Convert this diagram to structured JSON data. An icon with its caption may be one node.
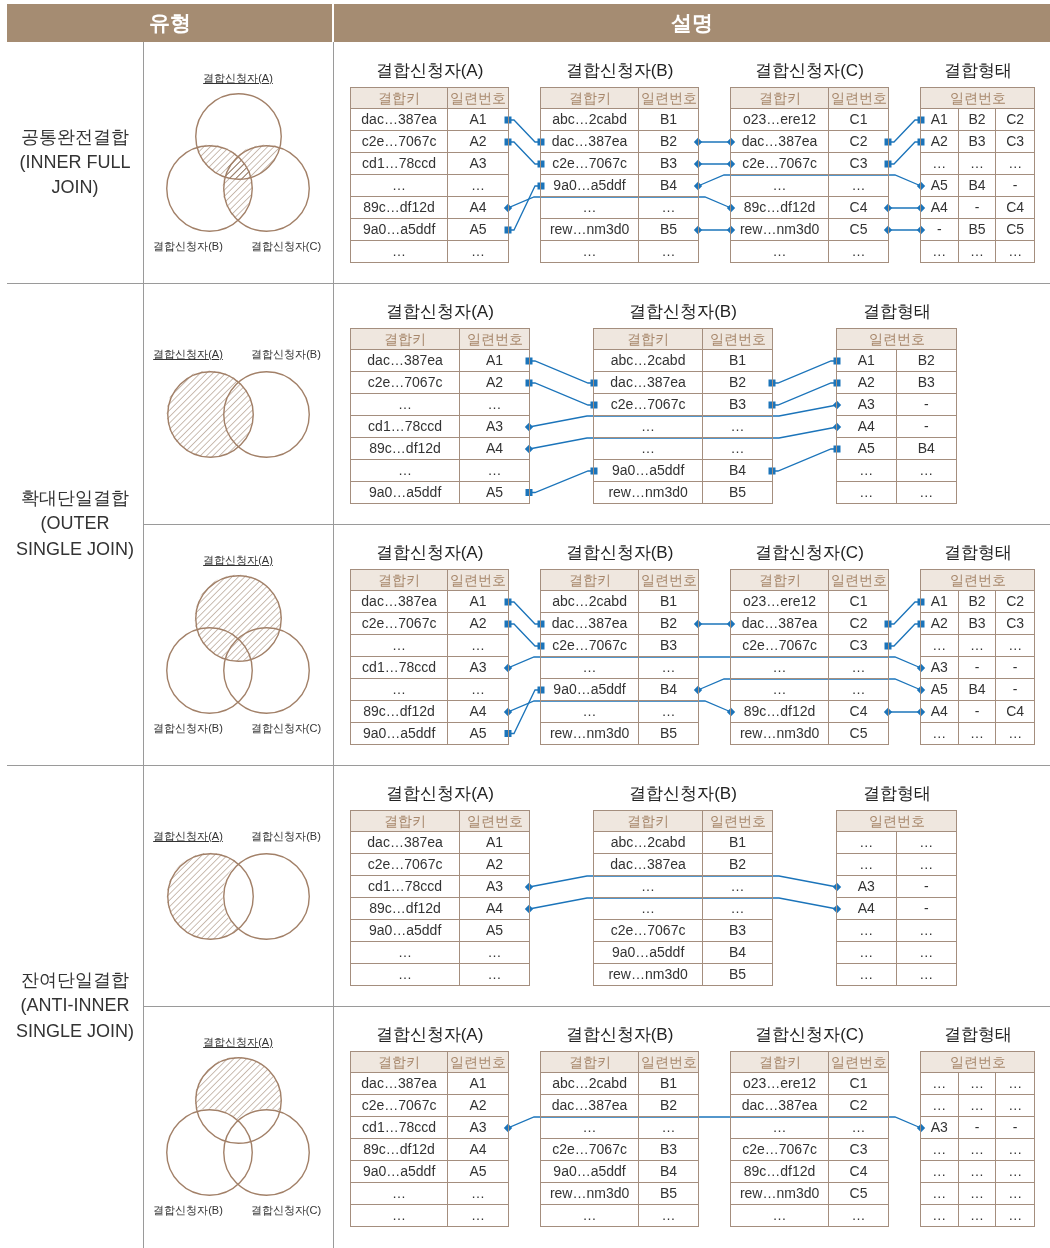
{
  "diagram": {
    "nodes": [
      {
        "text": [
          "유형"
        ]
      },
      {
        "text": [
          "설명"
        ]
      },
      {
        "text": [
          "공통완전결합 (INNER FULL JOIN)"
        ]
      },
      {
        "text": [],
        "shape": "circle",
        "beside": [
          "결합신청자(A)"
        ]
      },
      {
        "text": [],
        "shape": "circle",
        "beside": [
          "결합신청자(B)"
        ]
      },
      {
        "text": [],
        "shape": "circle",
        "beside": [
          "결합신청자(C)"
        ]
      },
      {
        "text": [
          "결합신청자(A)",
          "결합키",
          "일련번호"
        ]
      },
      {
        "text": [
          "dac…387ea",
          "A1"
        ],
        "in": 6
      },
      {
        "text": [
          "c2e…7067c",
          "A2"
        ],
        "in": 6
      },
      {
        "text": [
          "cd1…78ccd",
          "A3"
        ],
        "in": 6
      },
      {
        "text": [
          "…",
          "…"
        ],
        "in": 6
      },
      {
        "text": [
          "89c…df12d",
          "A4"
        ],
        "in": 6
      },
      {
        "text": [
          "9a0…a5ddf",
          "A5"
        ],
        "in": 6
      },
      {
        "text": [
          "…",
          "…"
        ],
        "in": 6
      },
      {
        "text": [
          "결합신청자(B)",
          "결합키",
          "일련번호"
        ]
      },
      {
        "text": [
          "abc…2cabd",
          "B1"
        ],
        "in": 14
      },
      {
        "text": [
          "dac…387ea",
          "B2"
        ],
        "in": 14
      },
      {
        "text": [
          "c2e…7067c",
          "B3"
        ],
        "in": 14
      },
      {
        "text": [
          "9a0…a5ddf",
          "B4"
        ],
        "in": 14
      },
      {
        "text": [
          "…",
          "…"
        ],
        "in": 14
      },
      {
        "text": [
          "rew…nm3d0",
          "B5"
        ],
        "in": 14
      },
      {
        "text": [
          "…",
          "…"
        ],
        "in": 14
      },
      {
        "text": [
          "결합신청자(C)",
          "결합키",
          "일련번호"
        ]
      },
      {
        "text": [
          "o23…ere12",
          "C1"
        ],
        "in": 22
      },
      {
        "text": [
          "dac…387ea",
          "C2"
        ],
        "in": 22
      },
      {
        "text": [
          "c2e…7067c",
          "C3"
        ],
        "in": 22
      },
      {
        "text": [
          "…",
          "…"
        ],
        "in": 22
      },
      {
        "text": [
          "89c…df12d",
          "C4"
        ],
        "in": 22
      },
      {
        "text": [
          "rew…nm3d0",
          "C5"
        ],
        "in": 22
      },
      {
        "text": [
          "…",
          "…"
        ],
        "in": 22
      },
      {
        "text": [
          "결합형태",
          "일련번호"
        ]
      },
      {
        "text": [
          "A1",
          "B2",
          "C2"
        ],
        "in": 30
      },
      {
        "text": [
          "A2",
          "B3",
          "C3"
        ],
        "in": 30
      },
      {
        "text": [
          "…",
          "…",
          "…"
        ],
        "in": 30
      },
      {
        "text": [
          "A5",
          "B4",
          "-"
        ],
        "in": 30
      },
      {
        "text": [
          "A4",
          "-",
          "C4"
        ],
        "in": 30
      },
      {
        "text": [
          "-",
          "B5",
          "C5"
        ],
        "in": 30
      },
      {
        "text": [
          "…",
          "…",
          "…"
        ],
        "in": 30
      },
      {
        "text": [
          "확대단일결합 (OUTER SINGLE JOIN)"
        ]
      },
      {
        "text": [],
        "shape": "circle",
        "beside": [
          "결합신청자(A)"
        ]
      },
      {
        "text": [],
        "shape": "circle",
        "beside": [
          "결합신청자(B)"
        ]
      },
      {
        "text": [
          "결합신청자(A)",
          "결합키",
          "일련번호"
        ]
      },
      {
        "text": [
          "dac…387ea",
          "A1"
        ],
        "in": 41
      },
      {
        "text": [
          "c2e…7067c",
          "A2"
        ],
        "in": 41
      },
      {
        "text": [
          "…",
          "…"
        ],
        "in": 41
      },
      {
        "text": [
          "cd1…78ccd",
          "A3"
        ],
        "in": 41
      },
      {
        "text": [
          "89c…df12d",
          "A4"
        ],
        "in": 41
      },
      {
        "text": [
          "…",
          "…"
        ],
        "in": 41
      },
      {
        "text": [
          "9a0…a5ddf",
          "A5"
        ],
        "in": 41
      },
      {
        "text": [
          "결합신청자(B)",
          "결합키",
          "일련번호"
        ]
      },
      {
        "text": [
          "abc…2cabd",
          "B1"
        ],
        "in": 49
      },
      {
        "text": [
          "dac…387ea",
          "B2"
        ],
        "in": 49
      },
      {
        "text": [
          "c2e…7067c",
          "B3"
        ],
        "in": 49
      },
      {
        "text": [
          "…",
          "…"
        ],
        "in": 49
      },
      {
        "text": [
          "…",
          "…"
        ],
        "in": 49
      },
      {
        "text": [
          "9a0…a5ddf",
          "B4"
        ],
        "in": 49
      },
      {
        "text": [
          "rew…nm3d0",
          "B5"
        ],
        "in": 49
      },
      {
        "text": [
          "결합형태",
          "일련번호"
        ]
      },
      {
        "text": [
          "A1",
          "B2"
        ],
        "in": 57
      },
      {
        "text": [
          "A2",
          "B3"
        ],
        "in": 57
      },
      {
        "text": [
          "A3",
          "-"
        ],
        "in": 57
      },
      {
        "text": [
          "A4",
          "-"
        ],
        "in": 57
      },
      {
        "text": [
          "A5",
          "B4"
        ],
        "in": 57
      },
      {
        "text": [
          "…",
          "…"
        ],
        "in": 57
      },
      {
        "text": [
          "…",
          "…"
        ],
        "in": 57
      },
      {
        "text": [],
        "shape": "circle",
        "beside": [
          "결합신청자(A)"
        ]
      },
      {
        "text": [],
        "shape": "circle",
        "beside": [
          "결합신청자(B)"
        ]
      },
      {
        "text": [],
        "shape": "circle",
        "beside": [
          "결합신청자(C)"
        ]
      },
      {
        "text": [
          "결합신청자(A)",
          "결합키",
          "일련번호"
        ]
      },
      {
        "text": [
          "dac…387ea",
          "A1"
        ],
        "in": 68
      },
      {
        "text": [
          "c2e…7067c",
          "A2"
        ],
        "in": 68
      },
      {
        "text": [
          "…",
          "…"
        ],
        "in": 68
      },
      {
        "text": [
          "cd1…78ccd",
          "A3"
        ],
        "in": 68
      },
      {
        "text": [
          "…",
          "…"
        ],
        "in": 68
      },
      {
        "text": [
          "89c…df12d",
          "A4"
        ],
        "in": 68
      },
      {
        "text": [
          "9a0…a5ddf",
          "A5"
        ],
        "in": 68
      },
      {
        "text": [
          "결합신청자(B)",
          "결합키",
          "일련번호"
        ]
      },
      {
        "text": [
          "abc…2cabd",
          "B1"
        ],
        "in": 76
      },
      {
        "text": [
          "dac…387ea",
          "B2"
        ],
        "in": 76
      },
      {
        "text": [
          "c2e…7067c",
          "B3"
        ],
        "in": 76
      },
      {
        "text": [
          "…",
          "…"
        ],
        "in": 76
      },
      {
        "text": [
          "9a0…a5ddf",
          "B4"
        ],
        "in": 76
      },
      {
        "text": [
          "…",
          "…"
        ],
        "in": 76
      },
      {
        "text": [
          "rew…nm3d0",
          "B5"
        ],
        "in": 76
      },
      {
        "text": [
          "결합신청자(C)",
          "결합키",
          "일련번호"
        ]
      },
      {
        "text": [
          "o23…ere12",
          "C1"
        ],
        "in": 84
      },
      {
        "text": [
          "dac…387ea",
          "C2"
        ],
        "in": 84
      },
      {
        "text": [
          "c2e…7067c",
          "C3"
        ],
        "in": 84
      },
      {
        "text": [
          "…",
          "…"
        ],
        "in": 84
      },
      {
        "text": [
          "…",
          "…"
        ],
        "in": 84
      },
      {
        "text": [
          "89c…df12d",
          "C4"
        ],
        "in": 84
      },
      {
        "text": [
          "rew…nm3d0",
          "C5"
        ],
        "in": 84
      },
      {
        "text": [
          "결합형태",
          "일련번호"
        ]
      },
      {
        "text": [
          "A1",
          "B2",
          "C2"
        ],
        "in": 92
      },
      {
        "text": [
          "A2",
          "B3",
          "C3"
        ],
        "in": 92
      },
      {
        "text": [
          "…",
          "…",
          "…"
        ],
        "in": 92
      },
      {
        "text": [
          "A3",
          "-",
          "-"
        ],
        "in": 92
      },
      {
        "text": [
          "A5",
          "B4",
          "-"
        ],
        "in": 92
      },
      {
        "text": [
          "A4",
          "-",
          "C4"
        ],
        "in": 92
      },
      {
        "text": [
          "…",
          "…",
          "…"
        ],
        "in": 92
      },
      {
        "text": [
          "잔여단일결합 (ANTI-INNER SINGLE JOIN)"
        ]
      },
      {
        "text": [],
        "shape": "circle",
        "beside": [
          "결합신청자(A)"
        ]
      },
      {
        "text": [],
        "shape": "circle",
        "beside": [
          "결합신청자(B)"
        ]
      },
      {
        "text": [
          "결합신청자(A)",
          "결합키",
          "일련번호"
        ]
      },
      {
        "text": [
          "dac…387ea",
          "A1"
        ],
        "in": 103
      },
      {
        "text": [
          "c2e…7067c",
          "A2"
        ],
        "in": 103
      },
      {
        "text": [
          "cd1…78ccd",
          "A3"
        ],
        "in": 103
      },
      {
        "text": [
          "89c…df12d",
          "A4"
        ],
        "in": 103
      },
      {
        "text": [
          "9a0…a5ddf",
          "A5"
        ],
        "in": 103
      },
      {
        "text": [
          "…",
          "…"
        ],
        "in": 103
      },
      {
        "text": [
          "…",
          "…"
        ],
        "in": 103
      },
      {
        "text": [
          "결합신청자(B)",
          "결합키",
          "일련번호"
        ]
      },
      {
        "text": [
          "abc…2cabd",
          "B1"
        ],
        "in": 111
      },
      {
        "text": [
          "dac…387ea",
          "B2"
        ],
        "in": 111
      },
      {
        "text": [
          "…",
          "…"
        ],
        "in": 111
      },
      {
        "text": [
          "…",
          "…"
        ],
        "in": 111
      },
      {
        "text": [
          "c2e…7067c",
          "B3"
        ],
        "in": 111
      },
      {
        "text": [
          "9a0…a5ddf",
          "B4"
        ],
        "in": 111
      },
      {
        "text": [
          "rew…nm3d0",
          "B5"
        ],
        "in": 111
      },
      {
        "text": [
          "결합형태",
          "일련번호"
        ]
      },
      {
        "text": [
          "…",
          "…"
        ],
        "in": 119
      },
      {
        "text": [
          "…",
          "…"
        ],
        "in": 119
      },
      {
        "text": [
          "A3",
          "-"
        ],
        "in": 119
      },
      {
        "text": [
          "A4",
          "-"
        ],
        "in": 119
      },
      {
        "text": [
          "…",
          "…"
        ],
        "in": 119
      },
      {
        "text": [
          "…",
          "…"
        ],
        "in": 119
      },
      {
        "text": [
          "…",
          "…"
        ],
        "in": 119
      },
      {
        "text": [],
        "shape": "circle",
        "beside": [
          "결합신청자(A)"
        ]
      },
      {
        "text": [],
        "shape": "circle",
        "beside": [
          "결합신청자(B)"
        ]
      },
      {
        "text": [],
        "shape": "circle",
        "beside": [
          "결합신청자(C)"
        ]
      },
      {
        "text": [
          "결합신청자(A)",
          "결합키",
          "일련번호"
        ]
      },
      {
        "text": [
          "dac…387ea",
          "A1"
        ],
        "in": 130
      },
      {
        "text": [
          "c2e…7067c",
          "A2"
        ],
        "in": 130
      },
      {
        "text": [
          "cd1…78ccd",
          "A3"
        ],
        "in": 130
      },
      {
        "text": [
          "89c…df12d",
          "A4"
        ],
        "in": 130
      },
      {
        "text": [
          "9a0…a5ddf",
          "A5"
        ],
        "in": 130
      },
      {
        "text": [
          "…",
          "…"
        ],
        "in": 130
      },
      {
        "text": [
          "…",
          "…"
        ],
        "in": 130
      },
      {
        "text": [
          "결합신청자(B)",
          "결합키",
          "일련번호"
        ]
      },
      {
        "text": [
          "abc…2cabd",
          "B1"
        ],
        "in": 138
      },
      {
        "text": [
          "dac…387ea",
          "B2"
        ],
        "in": 138
      },
      {
        "text": [
          "…",
          "…"
        ],
        "in": 138
      },
      {
        "text": [
          "c2e…7067c",
          "B3"
        ],
        "in": 138
      },
      {
        "text": [
          "9a0…a5ddf",
          "B4"
        ],
        "in": 138
      },
      {
        "text": [
          "rew…nm3d0",
          "B5"
        ],
        "in": 138
      },
      {
        "text": [
          "…",
          "…"
        ],
        "in": 138
      },
      {
        "text": [
          "결합신청자(C)",
          "결합키",
          "일련번호"
        ]
      },
      {
        "text": [
          "o23…ere12",
          "C1"
        ],
        "in": 146
      },
      {
        "text": [
          "dac…387ea",
          "C2"
        ],
        "in": 146
      },
      {
        "text": [
          "…",
          "…"
        ],
        "in": 146
      },
      {
        "text": [
          "c2e…7067c",
          "C3"
        ],
        "in": 146
      },
      {
        "text": [
          "89c…df12d",
          "C4"
        ],
        "in": 146
      },
      {
        "text": [
          "rew…nm3d0",
          "C5"
        ],
        "in": 146
      },
      {
        "text": [
          "…",
          "…"
        ],
        "in": 146
      },
      {
        "text": [
          "결합형태",
          "일련번호"
        ]
      },
      {
        "text": [
          "…",
          "…",
          "…"
        ],
        "in": 154
      },
      {
        "text": [
          "…",
          "…",
          "…"
        ],
        "in": 154
      },
      {
        "text": [
          "A3",
          "-",
          "-"
        ],
        "in": 154
      },
      {
        "text": [
          "…",
          "…",
          "…"
        ],
        "in": 154
      },
      {
        "text": [
          "…",
          "…",
          "…"
        ],
        "in": 154
      },
      {
        "text": [
          "…",
          "…",
          "…"
        ],
        "in": 154
      },
      {
        "text": [
          "…",
          "…",
          "…"
        ],
        "in": 154
      }
    ],
    "edges": [
      {
        "from": 7,
        "to": 16,
        "arrow": "other"
      },
      {
        "from": 8,
        "to": 17,
        "arrow": "other"
      },
      {
        "from": 12,
        "to": 18,
        "arrow": "other"
      },
      {
        "from": 11,
        "to": 27,
        "arrow": "other"
      },
      {
        "from": 16,
        "to": 24,
        "arrow": "other"
      },
      {
        "from": 17,
        "to": 25,
        "arrow": "other"
      },
      {
        "from": 18,
        "to": 34,
        "arrow": "other"
      },
      {
        "from": 20,
        "to": 28,
        "arrow": "other"
      },
      {
        "from": 24,
        "to": 31,
        "arrow": "other"
      },
      {
        "from": 25,
        "to": 32,
        "arrow": "other"
      },
      {
        "from": 27,
        "to": 35,
        "arrow": "other"
      },
      {
        "from": 28,
        "to": 36,
        "arrow": "other"
      },
      {
        "from": 42,
        "to": 51,
        "arrow": "other"
      },
      {
        "from": 43,
        "to": 52,
        "arrow": "other"
      },
      {
        "from": 48,
        "to": 55,
        "arrow": "other"
      },
      {
        "from": 45,
        "to": 60,
        "arrow": "other"
      },
      {
        "from": 46,
        "to": 61,
        "arrow": "other"
      },
      {
        "from": 51,
        "to": 58,
        "arrow": "other"
      },
      {
        "from": 52,
        "to": 59,
        "arrow": "other"
      },
      {
        "from": 55,
        "to": 62,
        "arrow": "other"
      },
      {
        "from": 69,
        "to": 78,
        "arrow": "other"
      },
      {
        "from": 70,
        "to": 79,
        "arrow": "other"
      },
      {
        "from": 75,
        "to": 81,
        "arrow": "other"
      },
      {
        "from": 72,
        "to": 96,
        "arrow": "other"
      },
      {
        "from": 74,
        "to": 90,
        "arrow": "other"
      },
      {
        "from": 78,
        "to": 86,
        "arrow": "other"
      },
      {
        "from": 81,
        "to": 97,
        "arrow": "other"
      },
      {
        "from": 86,
        "to": 93,
        "arrow": "other"
      },
      {
        "from": 87,
        "to": 94,
        "arrow": "other"
      },
      {
        "from": 90,
        "to": 98,
        "arrow": "other"
      },
      {
        "from": 106,
        "to": 122,
        "arrow": "other"
      },
      {
        "from": 107,
        "to": 123,
        "arrow": "other"
      },
      {
        "from": 133,
        "to": 157,
        "arrow": "other"
      }
    ]
  }
}
